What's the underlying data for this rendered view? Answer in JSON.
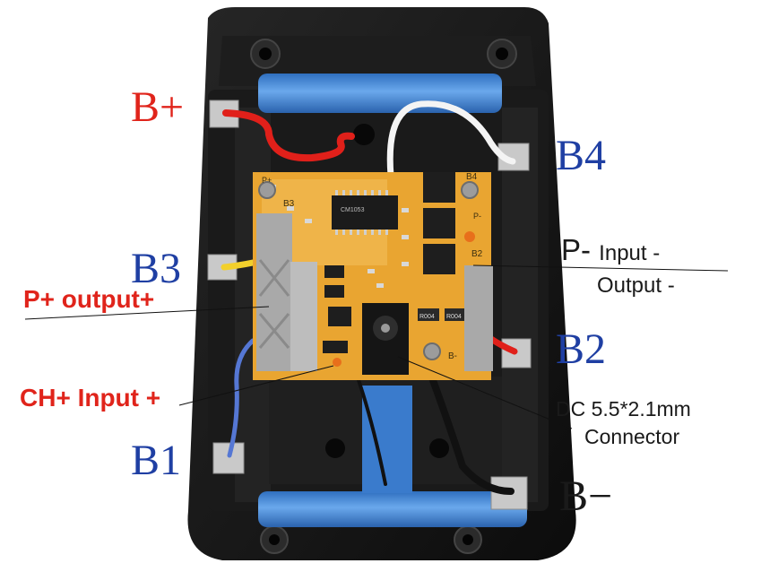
{
  "labels": {
    "b_plus": "B+",
    "b4": "B4",
    "b3": "B3",
    "p_plus_output": "P+ output+",
    "p_minus_prefix": "P-",
    "p_minus_input": "Input -",
    "p_minus_output": "Output -",
    "b2": "B2",
    "ch_plus_input": "CH+ Input +",
    "dc_line1": "DC 5.5*2.1mm",
    "dc_line2": "Connector",
    "b1": "B1",
    "b_minus": "B−"
  },
  "board": {
    "chip_marking": "CM1053",
    "resistor_code": "R004",
    "silk_b3": "B3",
    "silk_b4": "B4",
    "silk_b2": "B2",
    "silk_b_minus": "B-",
    "silk_p_plus": "P+",
    "silk_p_minus": "P-"
  },
  "colors": {
    "red_label": "#e0241b",
    "blue_label": "#1f3fa3",
    "housing": "#141414",
    "cell": "#3d86d6",
    "pcb": "#e9a531",
    "wire_red": "#e0201a",
    "wire_blue": "#5577d4",
    "wire_yellow": "#f2d02c",
    "wire_white": "#f4f4f4",
    "wire_black": "#111111"
  }
}
